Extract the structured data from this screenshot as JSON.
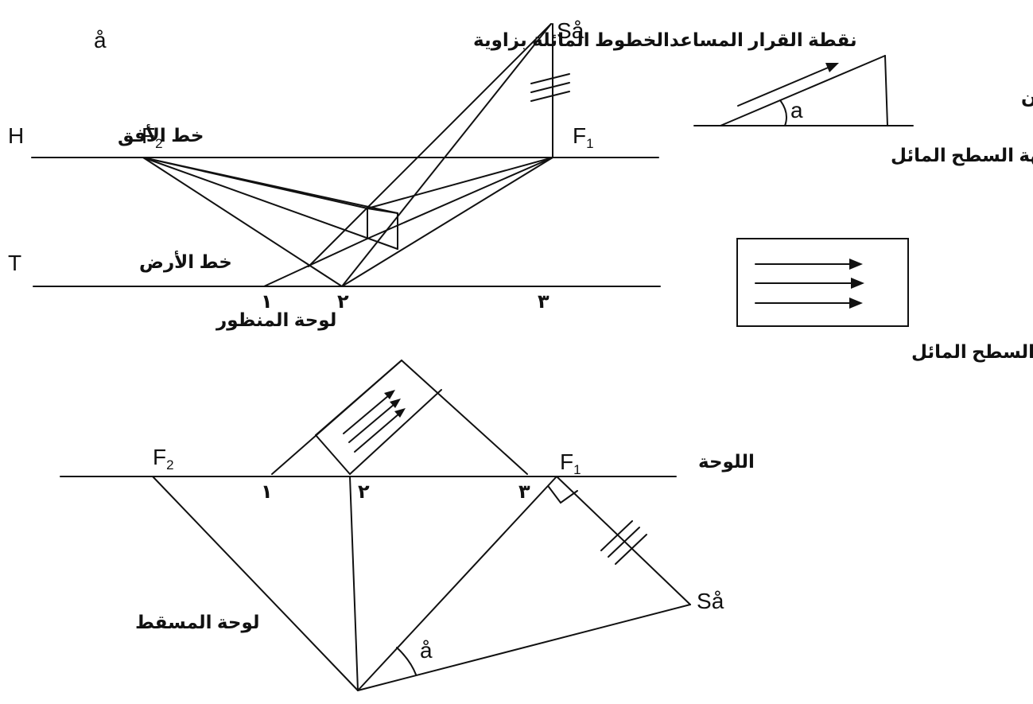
{
  "labels": {
    "title_vanishing": "نقطة القرار المساعدالخطوط المائلة بزاوية",
    "title_alpha": "å",
    "horizon_line": "خط الأفق",
    "horizon_letter": "H",
    "ground_line": "خط الأرض",
    "ground_letter": "T",
    "perspective_plane": "لوحة المنظور",
    "inclination_angle": "زاوية الميلان",
    "inclined_face": "واجهة السطح المائل",
    "inclined_projection": "مسقط السطح المائل",
    "picture_plane": "اللوحة",
    "plan_plane": "لوحة المسقط"
  },
  "points": {
    "F": "F",
    "sub1": "1",
    "sub2": "2",
    "S": "S",
    "alpha": "å",
    "angle_a": "a"
  },
  "numbers": {
    "n1": "١",
    "n2": "٢",
    "n3": "٣"
  }
}
